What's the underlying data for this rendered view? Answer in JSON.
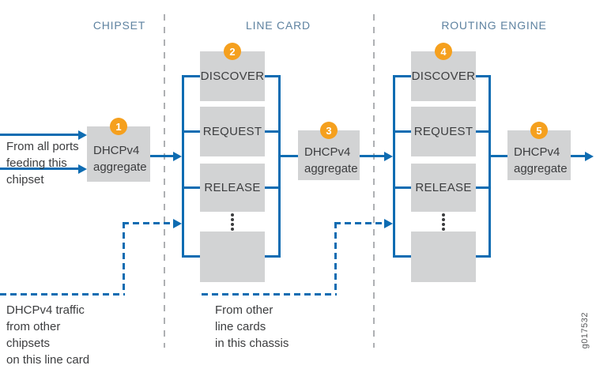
{
  "colors": {
    "line_blue": "#0E6CB2",
    "header_blue": "#5E82A0",
    "box_gray": "#D2D3D4",
    "badge_orange": "#F5A01E",
    "text_dark": "#3C3D3F",
    "divider_gray": "#AEB0B3",
    "watermark_gray": "#58595B"
  },
  "sections": [
    {
      "label": "CHIPSET"
    },
    {
      "label": "LINE CARD"
    },
    {
      "label": "ROUTING ENGINE"
    }
  ],
  "aggregates": [
    {
      "badge": "1",
      "lines": [
        "DHCPv4",
        "aggregate"
      ]
    },
    {
      "badge": "3",
      "lines": [
        "DHCPv4",
        "aggregate"
      ]
    },
    {
      "badge": "5",
      "lines": [
        "DHCPv4",
        "aggregate"
      ]
    }
  ],
  "stacks": [
    {
      "badge": "2",
      "boxes": [
        "DISCOVER",
        "REQUEST",
        "RELEASE",
        ""
      ]
    },
    {
      "badge": "4",
      "boxes": [
        "DISCOVER",
        "REQUEST",
        "RELEASE",
        ""
      ]
    }
  ],
  "annotations": {
    "from_all_ports": [
      "From all ports",
      "feeding this",
      "chipset"
    ],
    "dhcp_traffic": [
      "DHCPv4 traffic",
      "from other",
      "chipsets",
      "on this line card"
    ],
    "from_other_line_cards": [
      "From other",
      "line cards",
      "in this chassis"
    ]
  },
  "watermark": "g017532"
}
